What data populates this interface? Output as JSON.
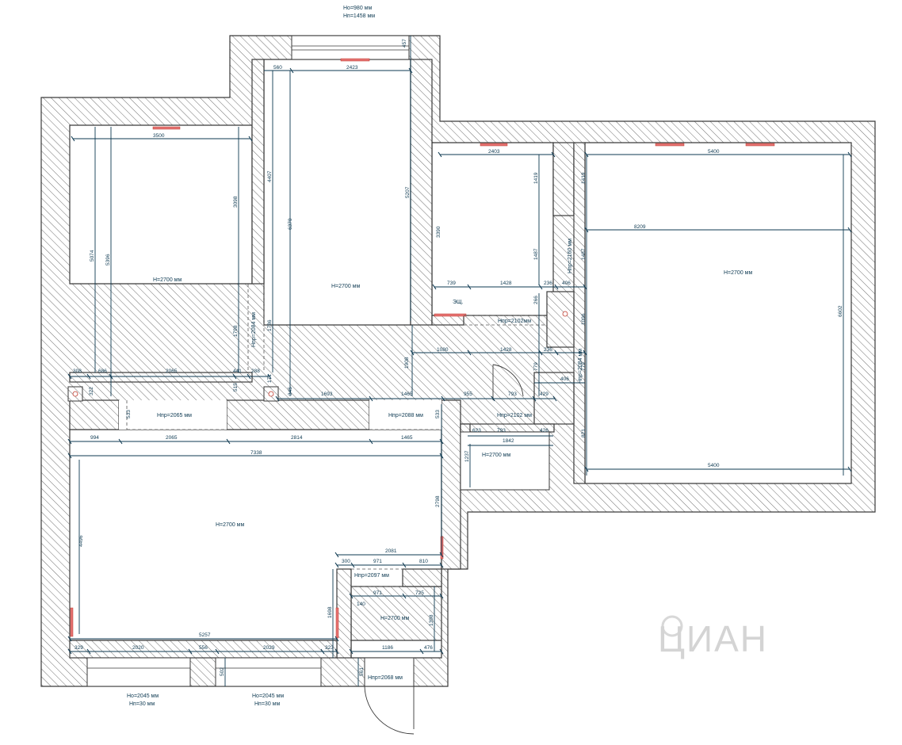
{
  "opening_top": {
    "h_open": "Но=980 мм",
    "h_sill": "Нп=1458 мм"
  },
  "opening_bottom_left": {
    "h_open": "Но=2045 мм",
    "h_sill": "Нп=30 мм"
  },
  "opening_bottom_mid": {
    "h_open": "Но=2045 мм",
    "h_sill": "Нп=30 мм"
  },
  "rooms": {
    "bedroom_left": "Н=2700 мм",
    "corridor_top": "Н=2700 мм",
    "room_right": "Н=2700 мм",
    "living": "Н=2700 мм",
    "storage": "Н=2700 мм",
    "bath": "Н=2700 мм"
  },
  "cabinet_label": "ЭЩ.",
  "doors": {
    "d_2102_a": "Нпр=2102мм",
    "d_2160": "Нпр=2160 мм",
    "d_2084_a": "Нпр=2084 мм",
    "d_2084_b": "Нпр=2084 мм",
    "d_2065": "Нпр=2065 мм",
    "d_2088": "Нпр=2088 мм",
    "d_2102_b": "Нпр=2102 мм",
    "d_2097": "Нпр=2097 мм",
    "d_2068": "Нпр=2068 мм"
  },
  "dims": {
    "d457": "457",
    "d560": "560",
    "d2423": "2423",
    "d4407": "4407",
    "d6370": "6370",
    "d5207": "5207",
    "d3500": "3500",
    "d3098": "3098",
    "d5074": "5074",
    "d5396": "5396",
    "d1798": "1798",
    "d1786": "1786",
    "d308": "308",
    "d686": "686",
    "d2065": "2065",
    "d441": "441",
    "d288": "288",
    "d322": "322",
    "d515": "515",
    "d171": "171",
    "d345": "345",
    "d1693": "1693",
    "d1465": "1465",
    "d533": "533",
    "d2403": "2403",
    "d1419a": "1419",
    "d3390": "3390",
    "d1487a": "1487",
    "d739": "739",
    "d1428a": "1428",
    "d236a": "236",
    "d406a": "406",
    "d266": "266",
    "d1428_bot": "1428",
    "d1080": "1080",
    "d236b": "236",
    "d1908": "1908",
    "d779a": "779",
    "d955": "955",
    "d793a": "793",
    "d429": "429",
    "d406b": "406",
    "d5400a": "5400",
    "d1419b": "1419",
    "d8209": "8209",
    "d1487b": "1487",
    "d1096": "1096",
    "d779b": "779",
    "d6602": "6602",
    "d821": "821",
    "d5400b": "5400",
    "d623": "623",
    "d793b": "793",
    "d426": "426",
    "d1842": "1842",
    "d1237": "1237",
    "d994": "994",
    "d2065b": "2065",
    "d2814": "2814",
    "d1465b": "1465",
    "d7338": "7338",
    "d533b": "533",
    "d2798": "2798",
    "d4496": "4496",
    "d2081": "2081",
    "d300": "300",
    "d971a": "971",
    "d810": "810",
    "d971b": "971",
    "d725": "725",
    "d140": "140",
    "d1698": "1698",
    "d1398": "1398",
    "d329": "329",
    "d2020": "2020",
    "d556": "556",
    "d2029": "2029",
    "d5257": "5257",
    "d323": "323",
    "d1186": "1186",
    "d476": "476",
    "d502": "502",
    "d561": "561"
  },
  "watermark": "ЦИАН"
}
